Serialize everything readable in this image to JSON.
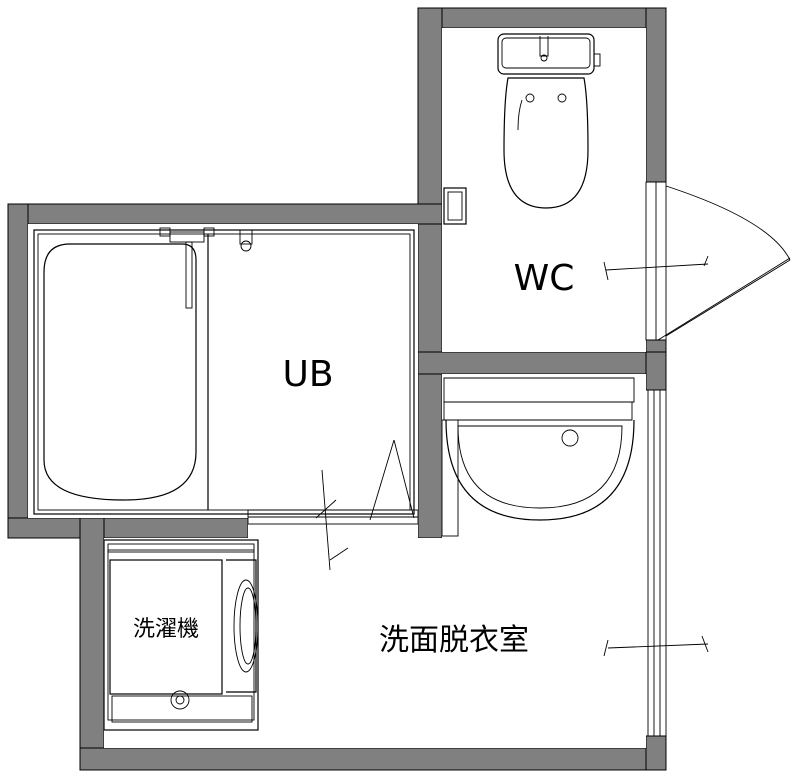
{
  "rooms": {
    "bath": "UB",
    "toilet": "WC",
    "washroom": "洗面脱衣室",
    "washer": "洗濯機"
  },
  "colors": {
    "wall": "#808080",
    "line": "#000000",
    "background": "#ffffff"
  }
}
